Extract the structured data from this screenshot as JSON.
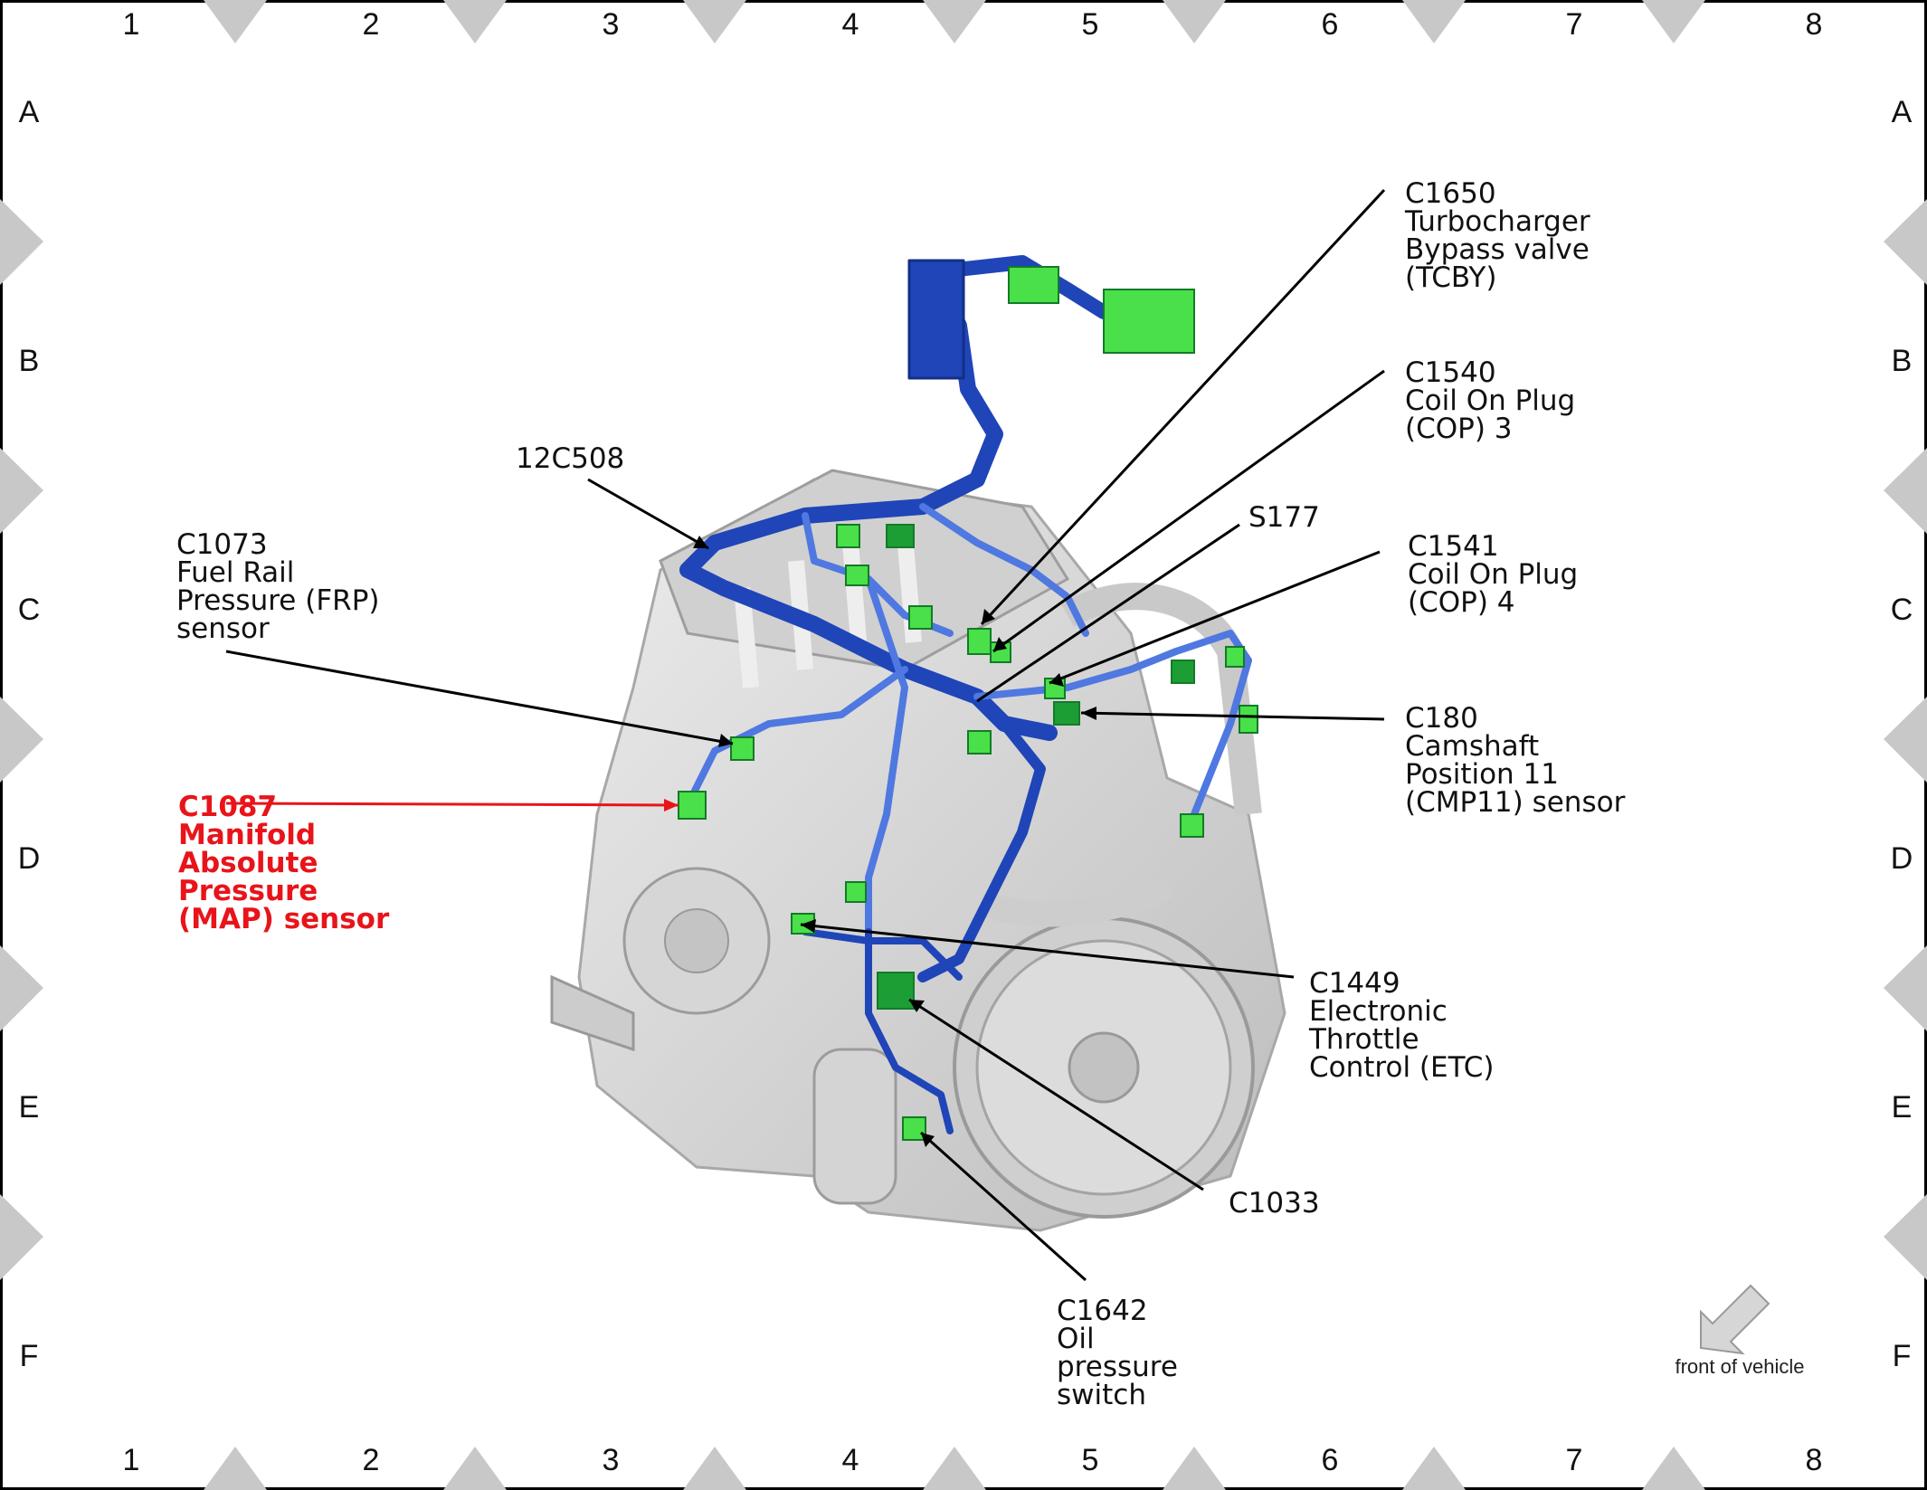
{
  "grid": {
    "columns": [
      "1",
      "2",
      "3",
      "4",
      "5",
      "6",
      "7",
      "8"
    ],
    "rows": [
      "A",
      "B",
      "C",
      "D",
      "E",
      "F"
    ]
  },
  "labels": [
    {
      "id": "c1650",
      "lines": [
        "C1650",
        "Turbocharger",
        "Bypass valve",
        "(TCBY)"
      ],
      "highlight": false
    },
    {
      "id": "c1540",
      "lines": [
        "C1540",
        "Coil On Plug",
        "(COP) 3"
      ],
      "highlight": false
    },
    {
      "id": "s177",
      "lines": [
        "S177"
      ],
      "highlight": false
    },
    {
      "id": "c1541",
      "lines": [
        "C1541",
        "Coil On Plug",
        "(COP) 4"
      ],
      "highlight": false
    },
    {
      "id": "c180",
      "lines": [
        "C180",
        "Camshaft",
        "Position 11",
        "(CMP11) sensor"
      ],
      "highlight": false
    },
    {
      "id": "c1449",
      "lines": [
        "C1449",
        "Electronic",
        "Throttle",
        "Control (ETC)"
      ],
      "highlight": false
    },
    {
      "id": "c1033",
      "lines": [
        "C1033"
      ],
      "highlight": false
    },
    {
      "id": "c1642",
      "lines": [
        "C1642",
        "Oil",
        "pressure",
        "switch"
      ],
      "highlight": false
    },
    {
      "id": "12c508",
      "lines": [
        "12C508"
      ],
      "highlight": false
    },
    {
      "id": "c1073",
      "lines": [
        "C1073",
        "Fuel Rail",
        "Pressure (FRP)",
        "sensor"
      ],
      "highlight": false
    },
    {
      "id": "c1087",
      "lines": [
        "C1087",
        "Manifold",
        "Absolute",
        "Pressure",
        "(MAP) sensor"
      ],
      "highlight": true
    }
  ],
  "orientation": {
    "text": "front of vehicle"
  },
  "colors": {
    "harness": "#1f45b8",
    "harness_light": "#4f78e0",
    "connector": "#49e04a",
    "connector_dark": "#1c9e35",
    "engine": "#d9d9d9",
    "highlight": "#e8141a"
  }
}
